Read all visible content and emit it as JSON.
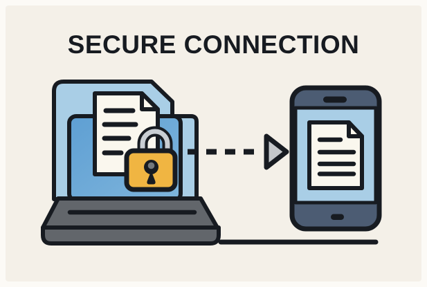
{
  "title": {
    "text": "SECURE CONNECTION"
  },
  "colors": {
    "page_bg": "#fcfaf6",
    "canvas_bg": "#f4f0e8",
    "ink": "#171b21",
    "sky_light": "#a9cee6",
    "screen_blue": "#5e9fd3",
    "screen_blue2": "#7fb5dc",
    "paper": "#faf7ee",
    "metal_gray": "#c9ced3",
    "lock_gold": "#f0b542",
    "keyhole_gray": "#73787c",
    "laptop_gray": "#62666b",
    "phone_dark": "#4c5c73",
    "arrow_gray": "#c4c7ca"
  },
  "illustration": {
    "elements": [
      "folder-document-shape",
      "laptop-icon",
      "document-icon",
      "padlock-icon",
      "dashed-arrow-icon",
      "smartphone-icon",
      "document-on-phone-icon",
      "ground-line"
    ]
  }
}
